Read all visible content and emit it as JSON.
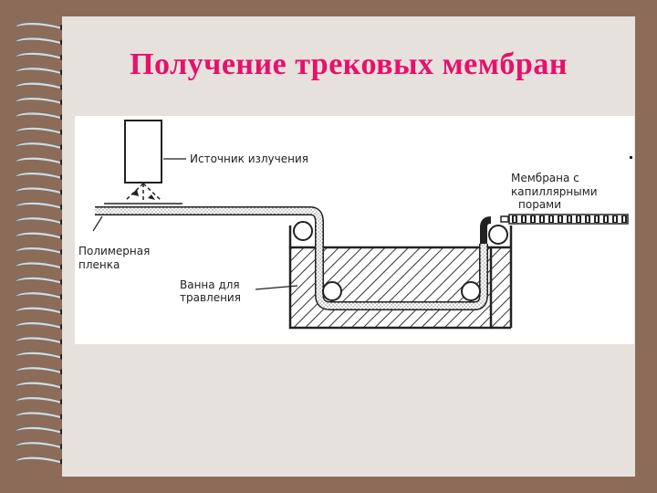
{
  "slide": {
    "title": "Получение трековых мембран",
    "colors": {
      "background": "#8c6c58",
      "page": "#e6e1dc",
      "title": "#e8106a"
    }
  },
  "diagram": {
    "labels": {
      "source": "Источник излучения",
      "membrane_line1": "Мембрана с",
      "membrane_line2": "капиллярными",
      "membrane_line3": "порами",
      "film_line1": "Полимерная",
      "film_line2": "пленка",
      "bath_line1": "Ванна для",
      "bath_line2": "травления"
    }
  }
}
